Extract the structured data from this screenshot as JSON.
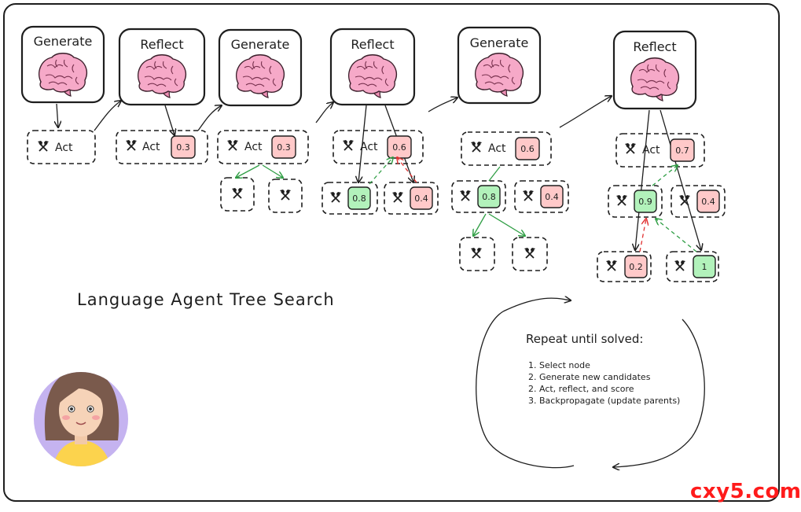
{
  "steps": [
    {
      "label": "Generate"
    },
    {
      "label": "Reflect"
    },
    {
      "label": "Generate"
    },
    {
      "label": "Reflect"
    },
    {
      "label": "Generate"
    },
    {
      "label": "Reflect"
    }
  ],
  "act_label": "Act",
  "scores": {
    "s1": "0.3",
    "s2": "0.3",
    "s3": "0.6",
    "s4": "0.8",
    "s5": "0.4",
    "s6": "0.6",
    "s7": "0.8",
    "s8": "0.4",
    "s9": "0.7",
    "s10": "0.9",
    "s11": "0.4",
    "s12": "0.2",
    "s13": "1"
  },
  "title": "Language Agent Tree Search",
  "loop": {
    "heading": "Repeat until solved:",
    "items": [
      "1. Select node",
      "2. Generate new candidates",
      "2. Act, reflect, and score",
      "3. Backpropagate (update parents)"
    ]
  },
  "watermark": "cxy5.com",
  "colors": {
    "score_low": "#ffc9c9",
    "score_high": "#b2f2bb",
    "backprop_up": "#2f9e44",
    "backprop_down": "#e03131",
    "avatar_bg": "#c5b3f0"
  }
}
